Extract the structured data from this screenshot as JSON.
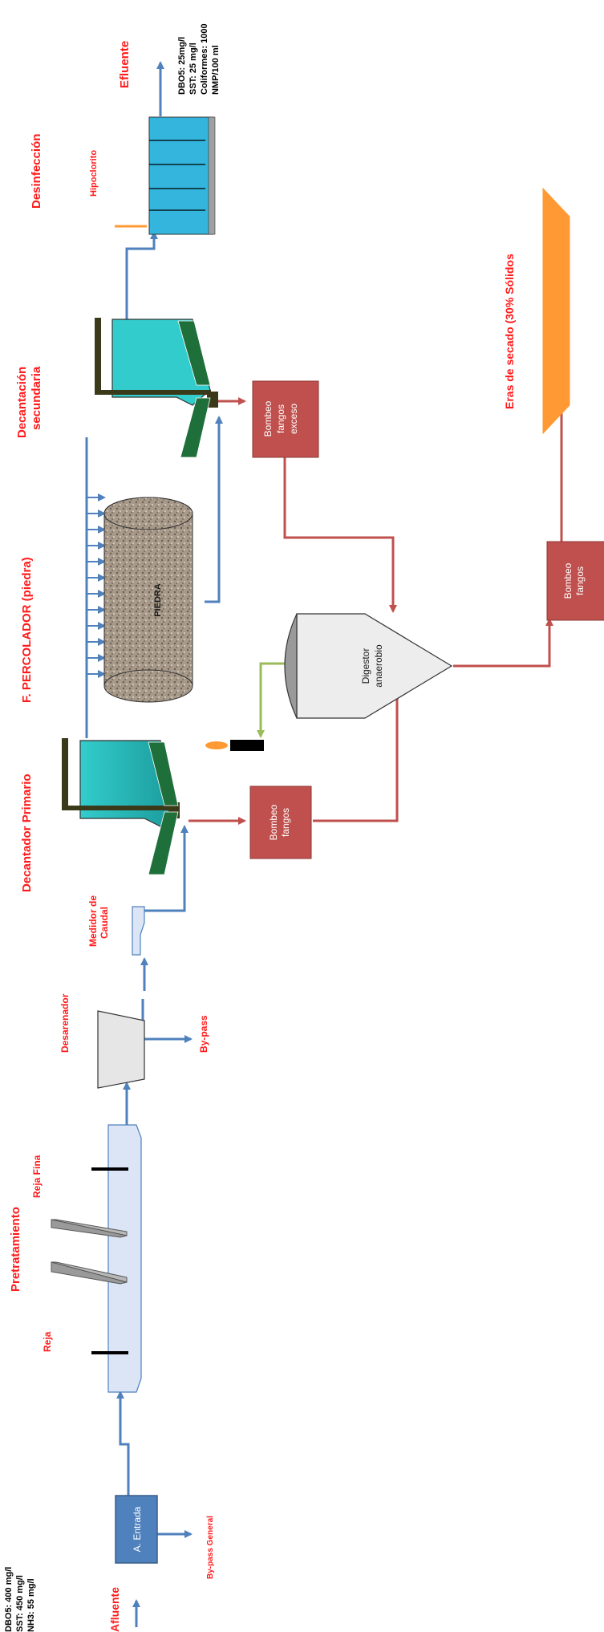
{
  "labels": {
    "influent_title": "Afluente",
    "influent_params": [
      "DBO5: 400 mg/l",
      "SST: 450 mg/l",
      "NH3: 55 mg/l"
    ],
    "entrada": "A. Entrada",
    "bypass_general": "By-pass General",
    "pretratamiento": "Pretratamiento",
    "reja": "Reja",
    "reja_fina": "Reja Fina",
    "desarenador": "Desarenador",
    "bypass": "By-pass",
    "medidor": [
      "Medidor de",
      "Caudal"
    ],
    "decantador_primario": "Decantador Primario",
    "percolador": "F. PERCOLADOR (piedra)",
    "piedra": "PIEDRA",
    "decantacion_secundaria": [
      "Decantación",
      "secundaria"
    ],
    "desinfeccion": "Desinfección",
    "hipoclorito": "Hipoclorito",
    "efluente_title": "Efluente",
    "effluent_params": [
      "DBO5: 25mg/l",
      "SST: 25 mg/l",
      "Coliformes: 1000",
      "NMP/100 ml"
    ],
    "bombeo_fangos_1": [
      "Bombeo",
      "fangos"
    ],
    "bombeo_exceso": [
      "Bombeo",
      "fangos",
      "exceso"
    ],
    "digestor": [
      "Digestor",
      "anaerobio"
    ],
    "bombeo_fangos_2": [
      "Bombeo",
      "fangos"
    ],
    "eras": "Eras de secado (30% Sólidos"
  },
  "colors": {
    "water_line": "#4f81bd",
    "sludge_line": "#c0504d",
    "gas_line": "#9bbb59",
    "label_red": "#ff1a1a",
    "pump_box": "#c0504d",
    "entrada_box": "#4f81bd",
    "tank_teal": "#33cccc",
    "disinfection": "#33b5dd",
    "eras": "#ff9933"
  }
}
